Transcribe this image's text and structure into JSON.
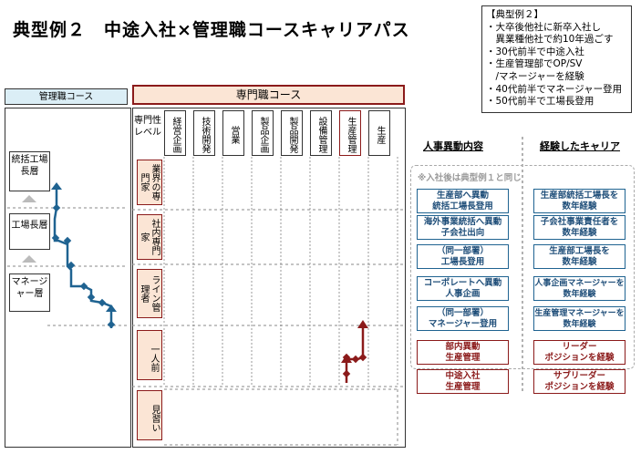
{
  "title": "典型例２　中途入社×管理職コースキャリアパス",
  "info": {
    "lines": [
      "【典型例２】",
      "・大卒後他社に新卒入社し",
      "　異業種他社で約10年過ごす",
      "・30代前半で中途入社",
      "・生産管理部でOP/SV",
      "　/マネージャーを経験",
      "・40代前半でマネージャー登用",
      "・50代前半で工場長登用"
    ]
  },
  "mgmt_header": "管理職コース",
  "spec_header": "専門職コース",
  "mgmt_levels": [
    "統括工場長層",
    "工場長層",
    "マネージャー層"
  ],
  "level_label": "専門性レベル",
  "columns": [
    "経営企画",
    "技術開発",
    "営業",
    "製品企画",
    "製品開発",
    "設備管理",
    "生産管理",
    "生産"
  ],
  "rows": [
    "業界の専門家",
    "社内専門家",
    "ライン管理者",
    "一人前",
    "見習い"
  ],
  "sections": {
    "left": "人事異動内容",
    "right": "経験したキャリア"
  },
  "note": "※入社後は典型例１と同じ",
  "moves": [
    "生産部へ異動\n統括工場長登用",
    "海外事業統括へ異動\n子会社出向",
    "（同一部署）\n工場長登用",
    "コーポレートへ異動\n人事企画",
    "（同一部署）\nマネージャー登用",
    "部内異動\n生産管理",
    "中途入社\n生産管理"
  ],
  "careers": [
    "生産部統括工場長を\n数年経験",
    "子会社事業責任者を\n数年経験",
    "生産部工場長を\n数年経験",
    "人事企画マネージャーを\n数年経験",
    "生産管理マネージャーを\n数年経験",
    "リーダー\nポジションを経験",
    "サブリーダー\nポジションを経験"
  ],
  "colors": {
    "blue": "#1f6391",
    "red": "#8b1a1a",
    "mgmt_bg": "#dbeef6",
    "spec_bg": "#fbe5d5"
  }
}
